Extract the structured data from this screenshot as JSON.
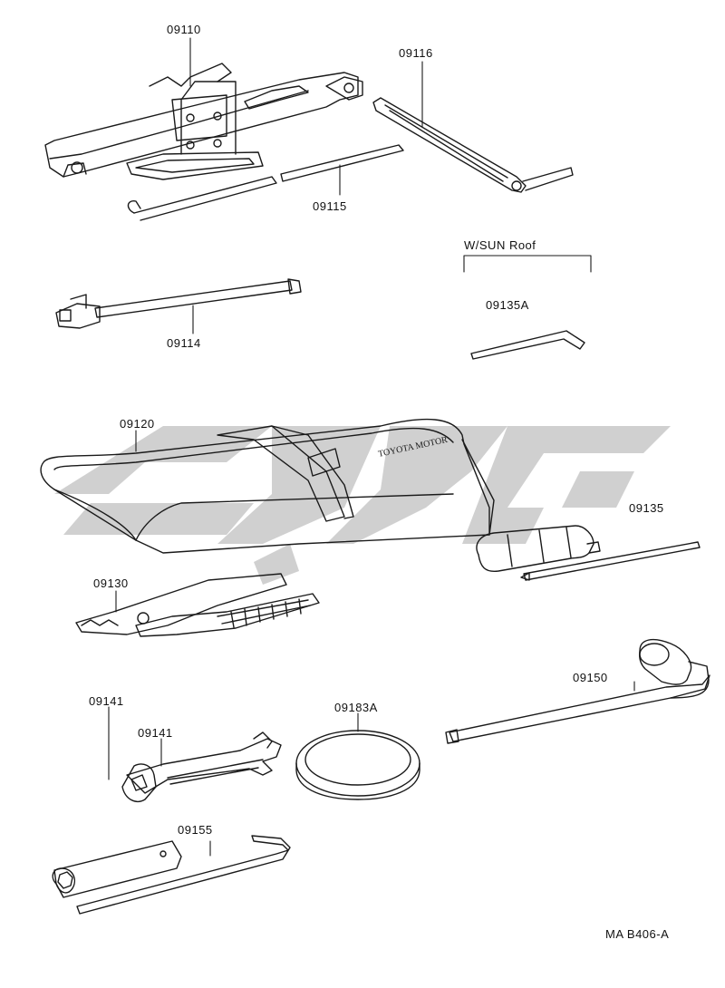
{
  "diagram": {
    "parts": {
      "jack": "09110",
      "jack_handle": "09116",
      "jack_handle_extension": "09115",
      "jack_handle_rod": "09114",
      "sunroof_wrench": "09135A",
      "tool_bag": "09120",
      "screwdriver": "09135",
      "pliers": "09130",
      "wrench_outer": "09141",
      "wrench_inner": "09141",
      "cover": "09183A",
      "hub_nut_wrench": "09150",
      "plug_wrench": "09155"
    },
    "option_label": "W/SUN Roof",
    "bag_print": "TOYOTA MOTOR",
    "code": "MA B406-A"
  },
  "colors": {
    "ink": "#1a1a1a",
    "watermark": "#c8c8c8"
  }
}
